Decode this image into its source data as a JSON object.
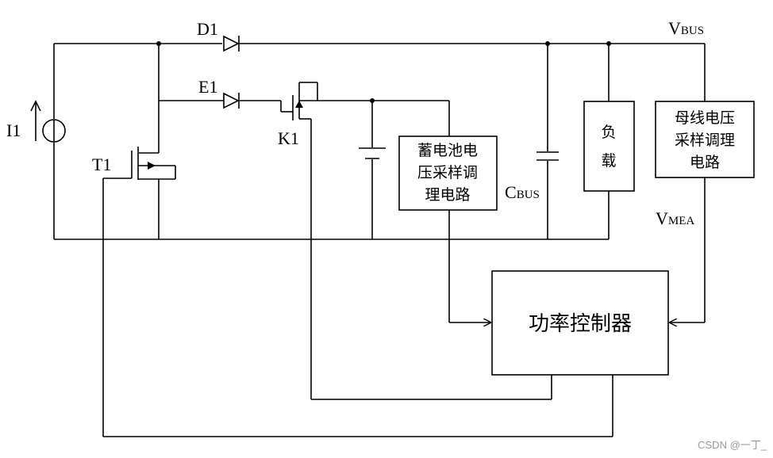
{
  "labels": {
    "d1": "D1",
    "e1": "E1",
    "i1": "I1",
    "t1": "T1",
    "k1": "K1",
    "vbus_main": "V",
    "vbus_sub": "BUS",
    "cbus_main": "C",
    "cbus_sub": "BUS",
    "vmea_main": "V",
    "vmea_sub": "MEA"
  },
  "blocks": {
    "battery_sampling": [
      "蓄电池电",
      "压采样调",
      "理电路"
    ],
    "load": [
      "负",
      "载"
    ],
    "bus_sampling": [
      "母线电压",
      "采样调理",
      "电路"
    ],
    "controller": "功率控制器"
  },
  "watermark": "CSDN @一丁_"
}
